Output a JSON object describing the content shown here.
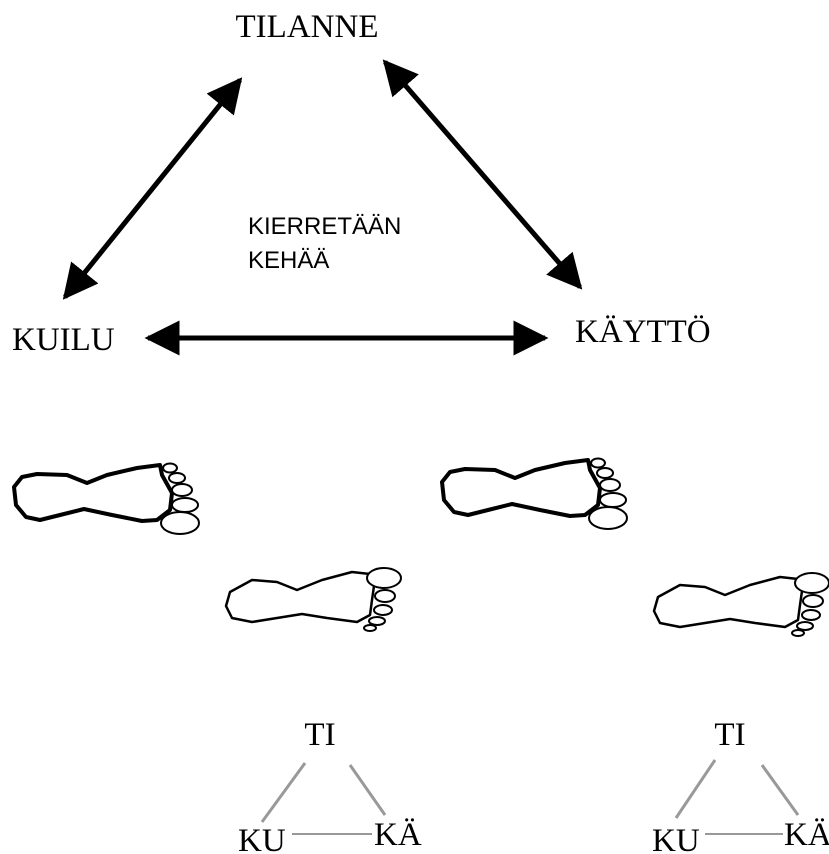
{
  "triangle": {
    "top": "TILANNE",
    "left": "KUILU",
    "right": "KÄYTTÖ",
    "center_line1": "KIERRETÄÄN",
    "center_line2": "KEHÄÄ"
  },
  "mini_left": {
    "top": "TI",
    "left": "KU",
    "right": "KÄ"
  },
  "mini_right": {
    "top": "TI",
    "left": "KU",
    "right": "KÄ"
  },
  "colors": {
    "ink": "#000000",
    "thin_line": "#999999",
    "paper": "#ffffff"
  },
  "icons": [
    "double-arrow",
    "footprint-icon"
  ]
}
